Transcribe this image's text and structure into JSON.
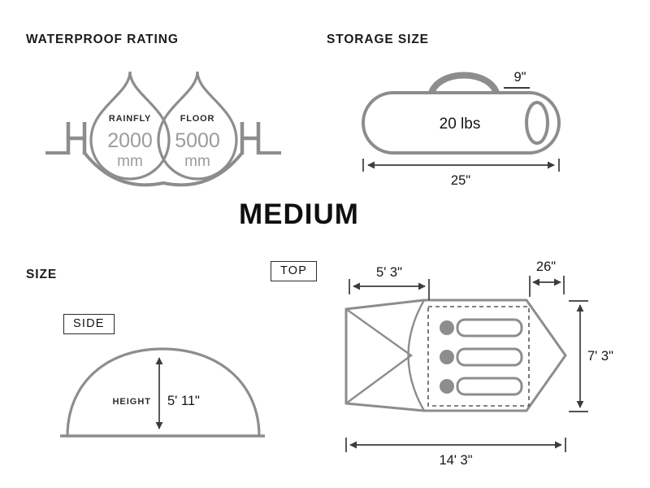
{
  "page": {
    "size_title": "MEDIUM"
  },
  "waterproof": {
    "heading": "WATERPROOF RATING",
    "rainfly": {
      "label": "RAINFLY",
      "value": "2000",
      "unit": "mm"
    },
    "floor": {
      "label": "FLOOR",
      "value": "5000",
      "unit": "mm"
    }
  },
  "storage": {
    "heading": "STORAGE SIZE",
    "weight": "20 lbs",
    "handle_width": "9\"",
    "bag_length": "25\""
  },
  "size": {
    "heading": "SIZE",
    "side_view": {
      "label": "SIDE",
      "height_label": "HEIGHT",
      "height": "5' 11\""
    },
    "top_view": {
      "label": "TOP",
      "vestibule_length": "5' 3\"",
      "rear_length": "26\"",
      "width": "7' 3\"",
      "total_length": "14' 3\"",
      "capacity_sleepers": 3
    }
  },
  "colors": {
    "outline_gray": "#8d8d8d",
    "value_gray": "#9c9c9c",
    "dimension_dark": "#3c3c3c",
    "text_dark": "#1b1b1b"
  }
}
